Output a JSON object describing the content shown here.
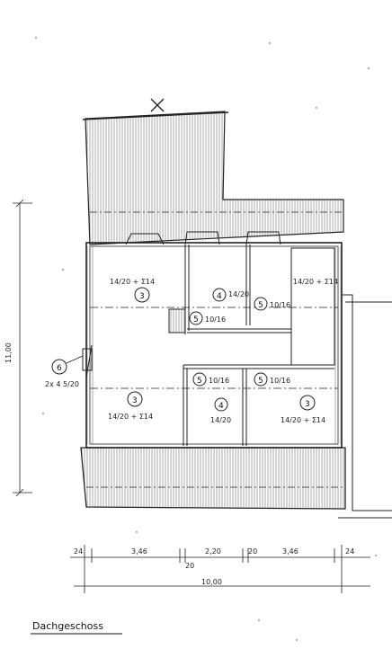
{
  "caption": "Dachgeschoss",
  "dimensions": {
    "vertical_total": "11,00",
    "total_width": "10,00",
    "segments": [
      "24",
      "3,46",
      "2,20",
      "20",
      "3,46",
      "24"
    ],
    "sub_20": "20"
  },
  "beams": {
    "b1": {
      "marker": "3",
      "spec": "14/20 + Σ14"
    },
    "b2": {
      "marker": "3",
      "spec": "14/20 + Σ14"
    },
    "b3": {
      "marker": "3",
      "spec": "14/20 + Σ14"
    },
    "b4": {
      "marker": "4",
      "spec": "14/20"
    },
    "b5": {
      "marker": "4",
      "spec": "14/20"
    },
    "b6": {
      "spec": "14/20 + Σ14"
    },
    "p1": {
      "marker": "5",
      "spec": "10/16"
    },
    "p2": {
      "marker": "5",
      "spec": "10/16"
    },
    "p3": {
      "marker": "5",
      "spec": "10/16"
    },
    "p4": {
      "marker": "5",
      "spec": "10/16"
    },
    "c6": {
      "marker": "6",
      "spec": "2x 4 5/20"
    }
  },
  "colors": {
    "ink": "#222222",
    "paper": "#ffffff",
    "hatch": "#555555"
  }
}
